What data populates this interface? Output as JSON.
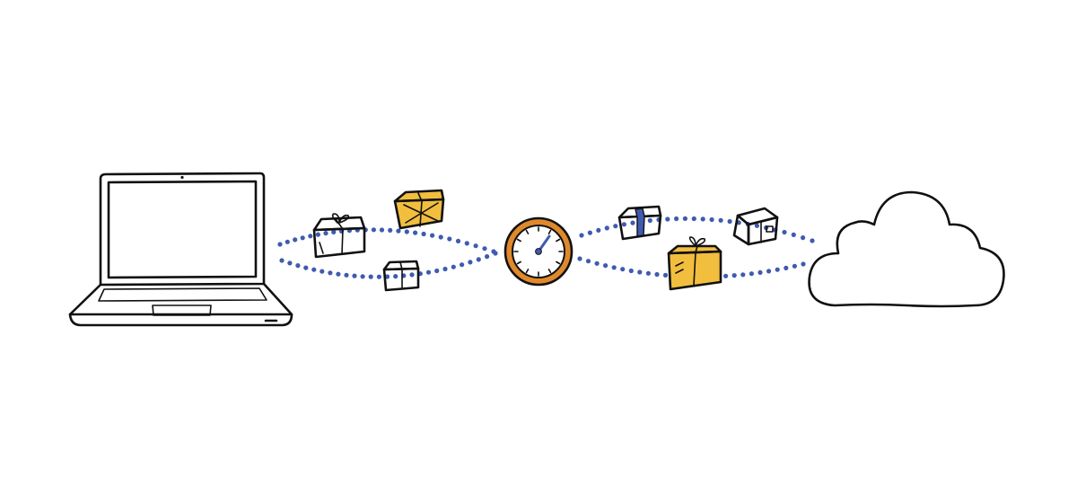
{
  "diagram": {
    "colors": {
      "ink": "#111111",
      "dots": "#3F5BB0",
      "box_gold": "#F2BE3E",
      "box_white": "#FFFFFF",
      "gauge_ring": "#E0892B",
      "tape_blue": "#3F5BB0"
    },
    "nodes": [
      {
        "id": "laptop",
        "icon": "laptop-icon"
      },
      {
        "id": "speed-gauge",
        "icon": "gauge-icon"
      },
      {
        "id": "cloud",
        "icon": "cloud-icon"
      }
    ],
    "packages": [
      {
        "id": "package-1",
        "color": "white",
        "ribbon": "bow"
      },
      {
        "id": "package-2",
        "color": "gold",
        "ribbon": "string"
      },
      {
        "id": "package-3",
        "color": "white",
        "ribbon": "tape"
      },
      {
        "id": "package-4",
        "color": "white",
        "ribbon": "blue-tape"
      },
      {
        "id": "package-5",
        "color": "white",
        "ribbon": "label"
      },
      {
        "id": "package-6",
        "color": "gold",
        "ribbon": "bow"
      }
    ],
    "flows": [
      {
        "from": "laptop",
        "to": "speed-gauge",
        "style": "dotted"
      },
      {
        "from": "speed-gauge",
        "to": "cloud",
        "style": "dotted"
      }
    ]
  }
}
